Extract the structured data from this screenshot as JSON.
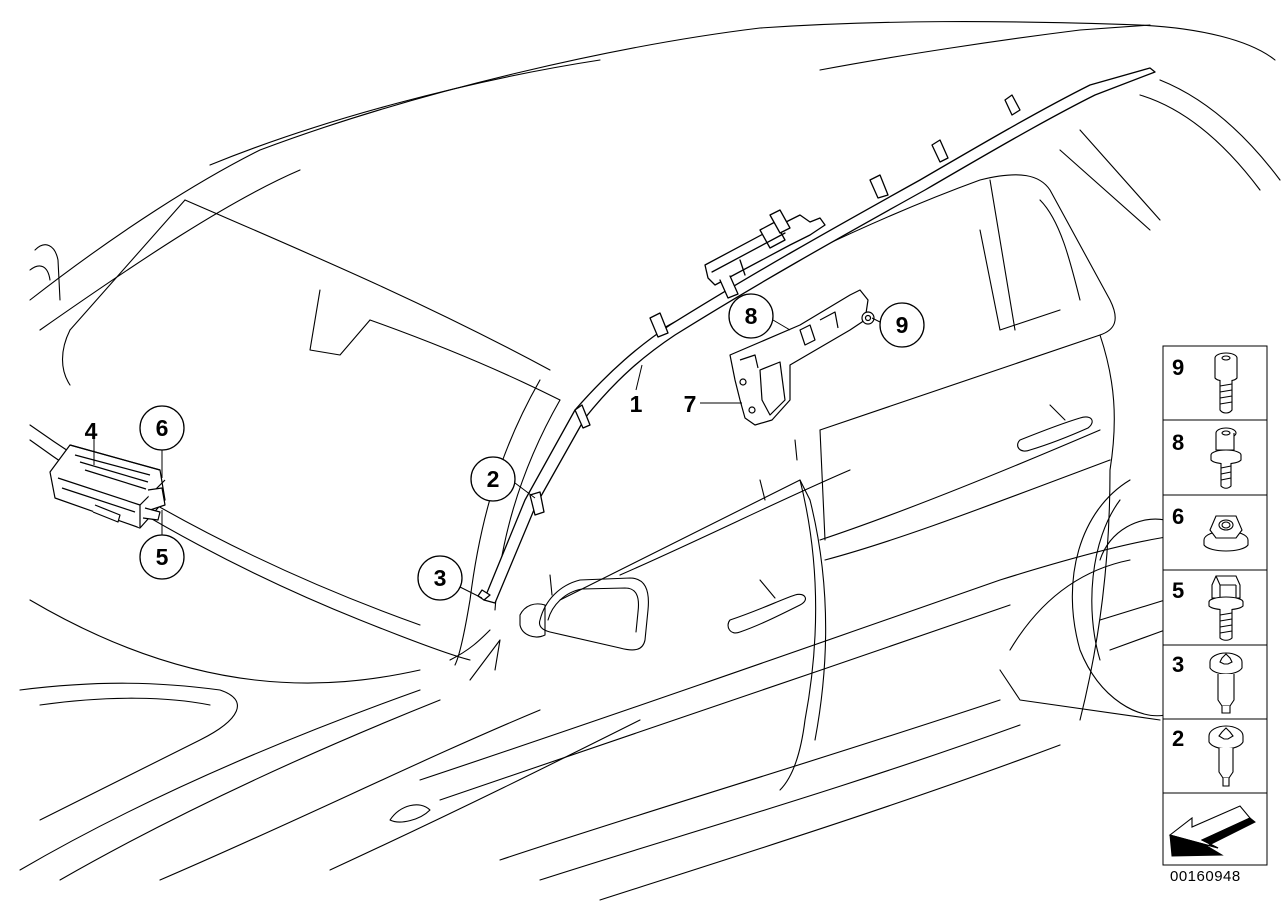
{
  "callouts": {
    "c1": "1",
    "c2": "2",
    "c3": "3",
    "c4": "4",
    "c5": "5",
    "c6": "6",
    "c7": "7",
    "c8": "8",
    "c9": "9"
  },
  "side_panel": {
    "items": [
      {
        "number": "9",
        "part": "bolt-icon"
      },
      {
        "number": "8",
        "part": "collar-screw-icon"
      },
      {
        "number": "6",
        "part": "hex-nut-icon"
      },
      {
        "number": "5",
        "part": "hex-bolt-icon"
      },
      {
        "number": "3",
        "part": "torx-screw-icon"
      },
      {
        "number": "2",
        "part": "torx-pin-icon"
      }
    ],
    "nav_icon": "arrow-left-icon"
  },
  "diagram_code": "00160948"
}
